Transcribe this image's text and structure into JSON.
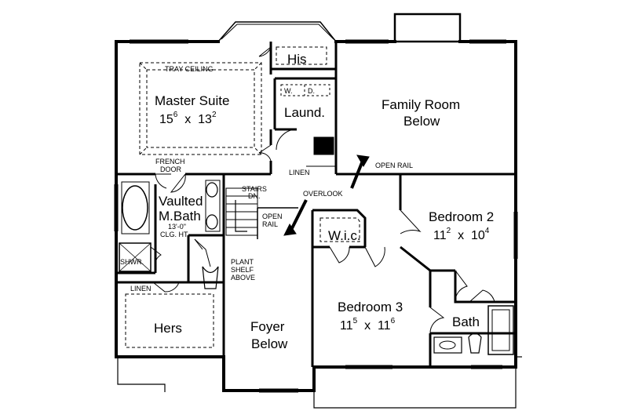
{
  "rooms": {
    "master_suite": {
      "name": "Master Suite",
      "dim_w": "15",
      "dim_w_sup": "6",
      "dim_h": "13",
      "dim_h_sup": "2",
      "sep": "x"
    },
    "family_room": {
      "line1": "Family Room",
      "line2": "Below"
    },
    "bedroom2": {
      "name": "Bedroom 2",
      "dim_w": "11",
      "dim_w_sup": "2",
      "dim_h": "10",
      "dim_h_sup": "4",
      "sep": "x"
    },
    "bedroom3": {
      "name": "Bedroom 3",
      "dim_w": "11",
      "dim_w_sup": "5",
      "dim_h": "11",
      "dim_h_sup": "6",
      "sep": "x"
    },
    "foyer": {
      "line1": "Foyer",
      "line2": "Below"
    },
    "bath": {
      "name": "Bath"
    },
    "hers": {
      "name": "Hers"
    },
    "his": {
      "name": "His"
    },
    "laundry": {
      "name": "Laund."
    },
    "wic": {
      "name": "W.i.c."
    },
    "vaulted_bath": {
      "line1": "Vaulted",
      "line2": "M.Bath",
      "line3": "13'-0\"",
      "line4": "CLG. HT."
    }
  },
  "notes": {
    "tray_ceiling": "TRAY CEILING",
    "french_door_1": "FRENCH",
    "french_door_2": "DOOR",
    "washer": "W.",
    "dryer": "D.",
    "linen_upper": "LINEN",
    "linen_lower": "LINEN",
    "open_rail_upper": "OPEN RAIL",
    "overlook": "OVERLOOK",
    "stairs_1": "STAIRS",
    "stairs_2": "DN.",
    "open_rail_lower_1": "OPEN",
    "open_rail_lower_2": "RAIL",
    "plant_shelf_1": "PLANT",
    "plant_shelf_2": "SHELF",
    "plant_shelf_3": "ABOVE",
    "shower": "SHWR."
  }
}
